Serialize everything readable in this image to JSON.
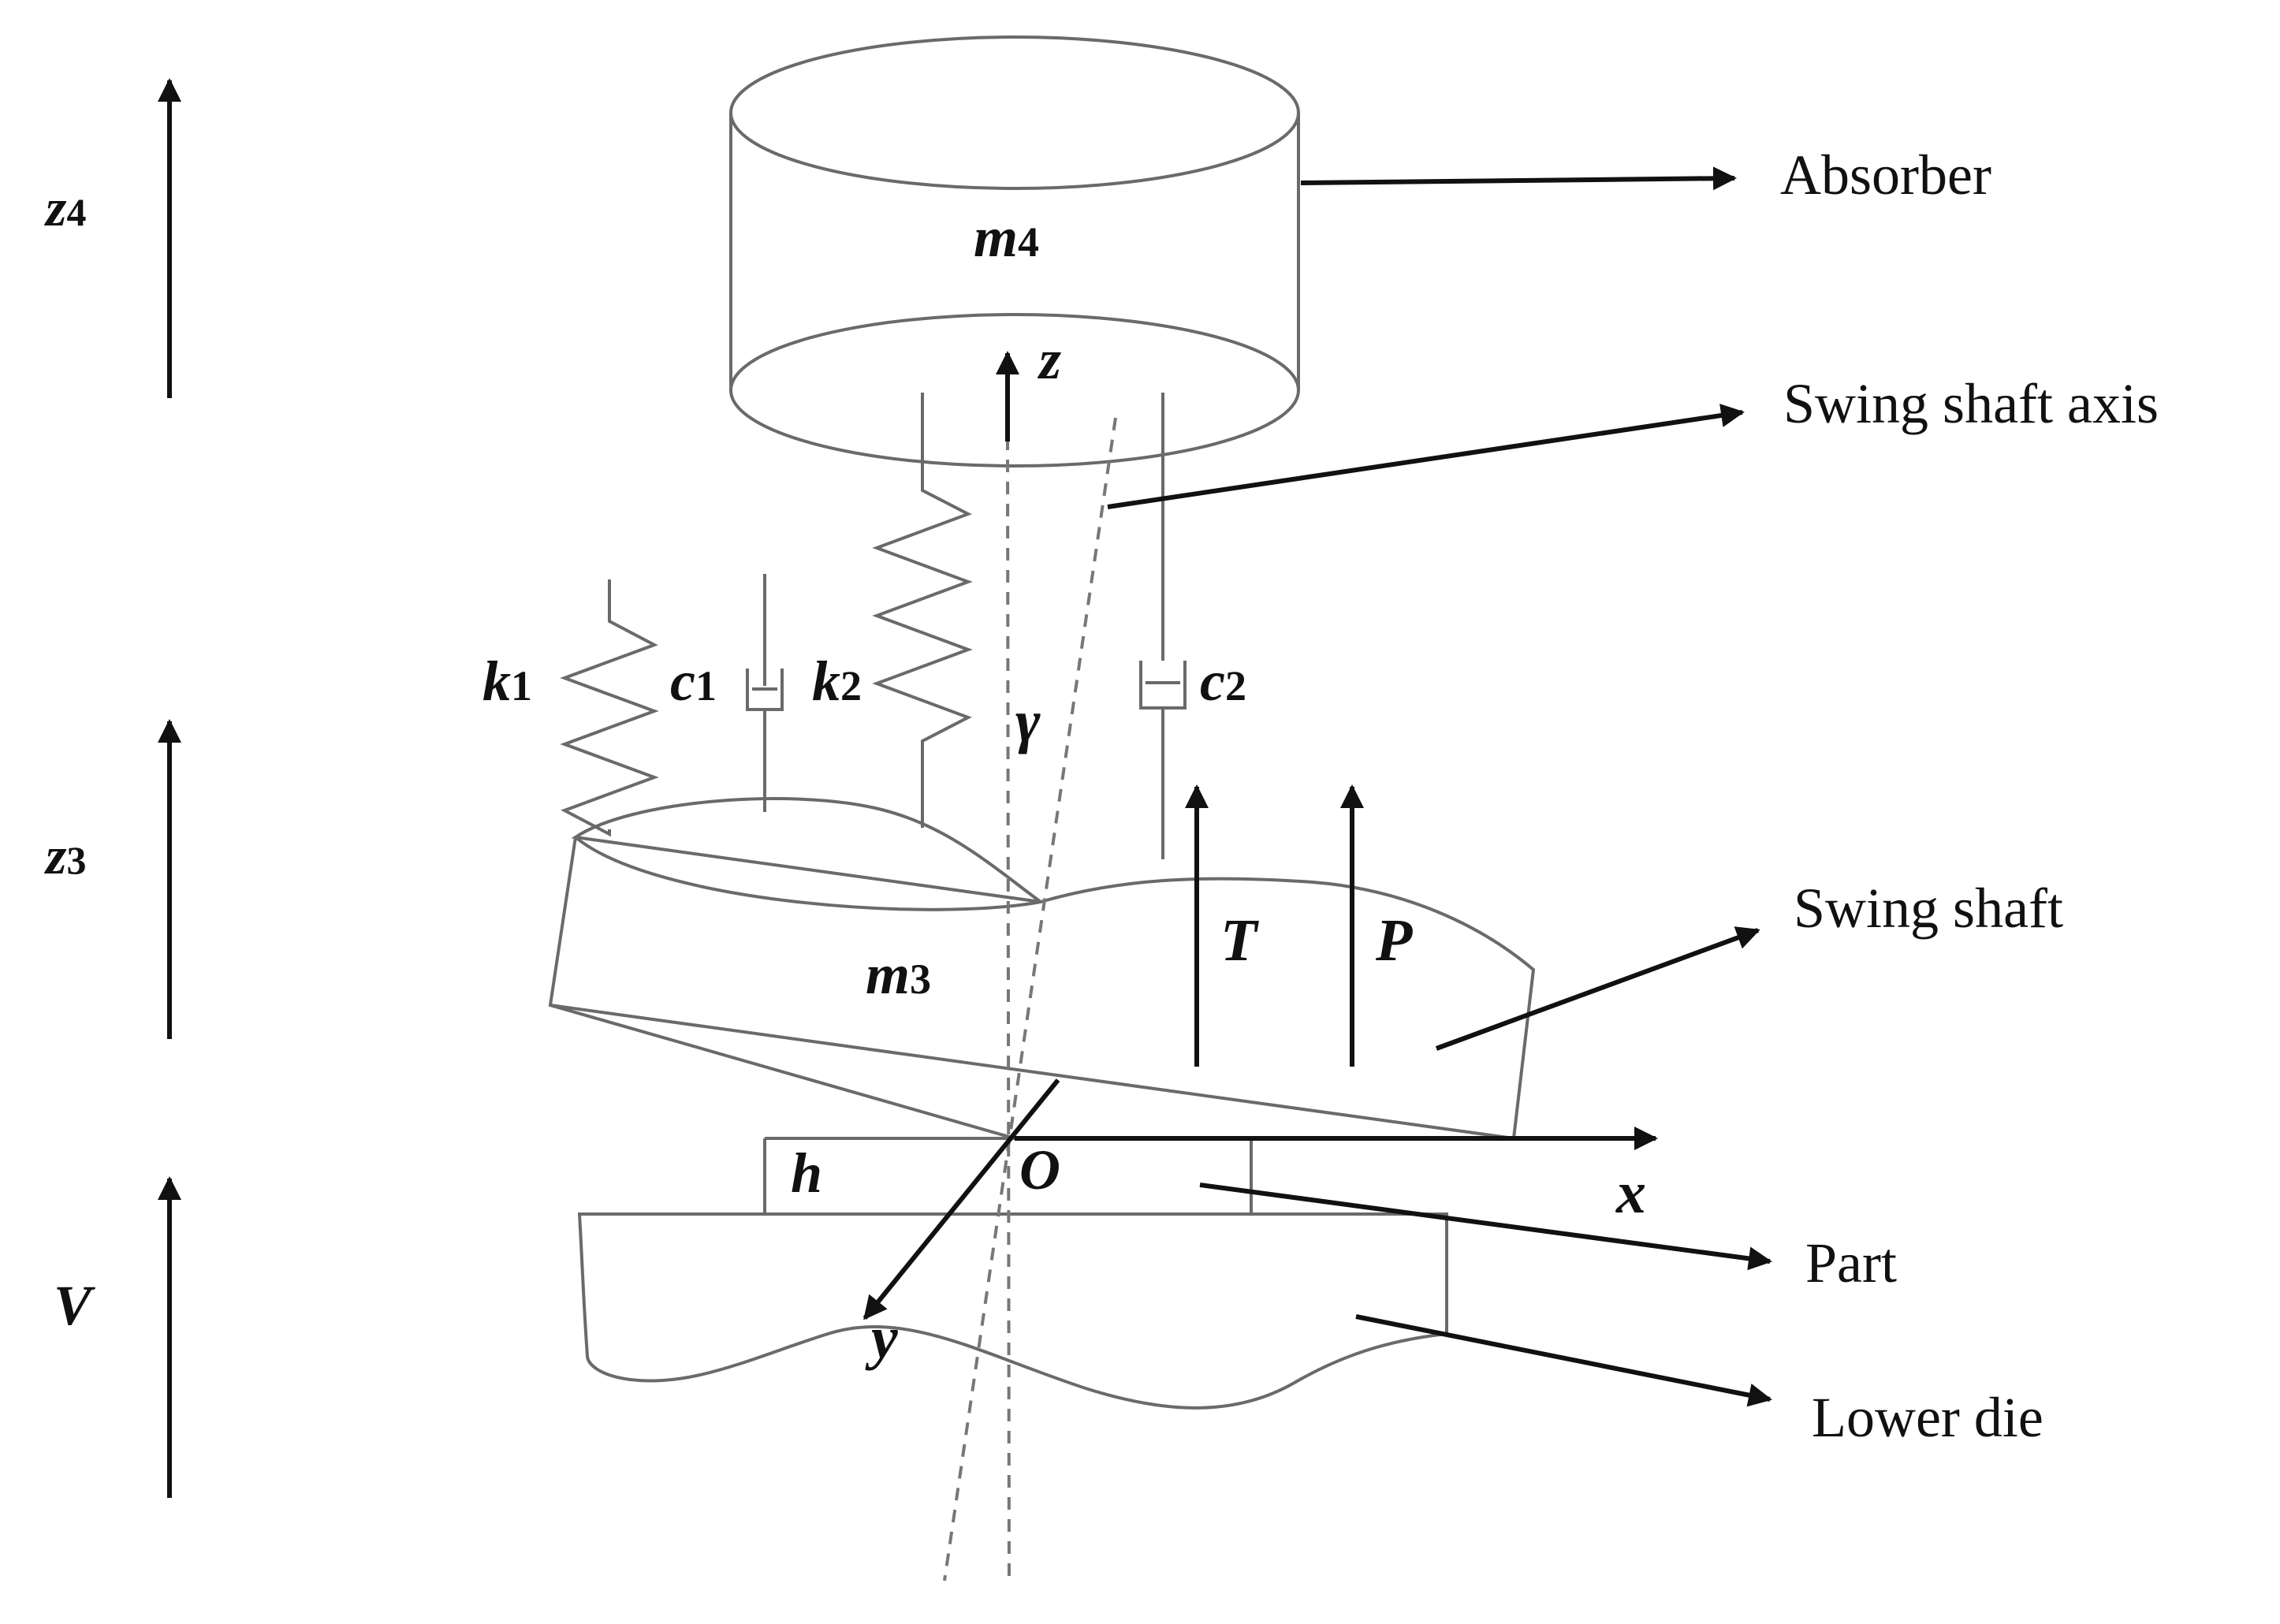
{
  "labels": {
    "absorber": "Absorber",
    "swing_shaft_axis": "Swing shaft axis",
    "swing_shaft": "Swing shaft",
    "part": "Part",
    "lower_die": "Lower die"
  },
  "symbols": {
    "z4_base": "z",
    "z4_sub": "4",
    "z3_base": "z",
    "z3_sub": "3",
    "v": "V",
    "m4_base": "m",
    "m4_sub": "4",
    "m3_base": "m",
    "m3_sub": "3",
    "k1_base": "k",
    "k1_sub": "1",
    "c1_base": "c",
    "c1_sub": "1",
    "k2_base": "k",
    "k2_sub": "2",
    "c2_base": "c",
    "c2_sub": "2",
    "z": "z",
    "gamma": "γ",
    "t": "T",
    "p": "P",
    "h": "h",
    "o": "O",
    "x": "x",
    "y": "y"
  }
}
